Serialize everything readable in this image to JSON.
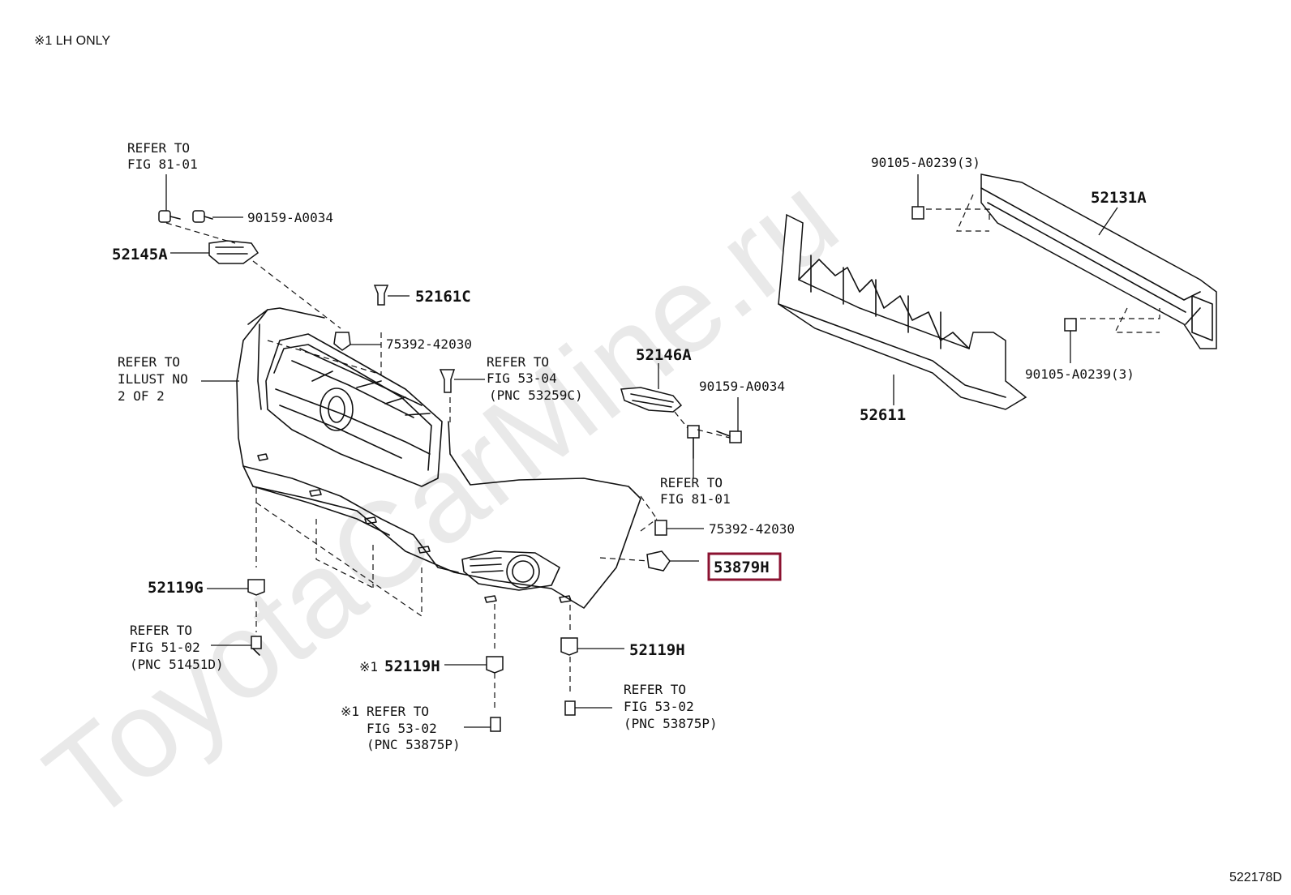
{
  "header_note": "※1 LH ONLY",
  "watermark": "ToyotaCarMine.ru",
  "illustration_id": "522178D",
  "highlighted_part": "53879H",
  "labels": {
    "refer_81_01_top": [
      "REFER TO",
      "FIG 81-01"
    ],
    "bolt_90159_top": "90159-A0034",
    "p52145A": "52145A",
    "p52161C": "52161C",
    "screw_75392_top": "75392-42030",
    "refer_illust": [
      "REFER TO",
      "ILLUST NO",
      "2 OF 2"
    ],
    "refer_53_04": [
      "REFER TO",
      "FIG 53-04",
      "(PNC 53259C)"
    ],
    "p52146A": "52146A",
    "bolt_90159_right": "90159-A0034",
    "refer_81_01_mid": [
      "REFER TO",
      "FIG 81-01"
    ],
    "screw_75392_bottom": "75392-42030",
    "p53879H": "53879H",
    "p52119G": "52119G",
    "refer_51_02": [
      "REFER TO",
      "FIG 51-02",
      "(PNC 51451D)"
    ],
    "p52119H_center_mark": "※1",
    "p52119H_center": "52119H",
    "refer_53_02_left_mark": "※1",
    "refer_53_02_left": [
      "REFER TO",
      "FIG 53-02",
      "(PNC 53875P)"
    ],
    "p52119H_right": "52119H",
    "refer_53_02_right": [
      "REFER TO",
      "FIG 53-02",
      "(PNC 53875P)"
    ],
    "bolt_90105_top": "90105-A0239(3)",
    "p52131A": "52131A",
    "bolt_90105_bottom": "90105-A0239(3)",
    "p52611": "52611"
  }
}
